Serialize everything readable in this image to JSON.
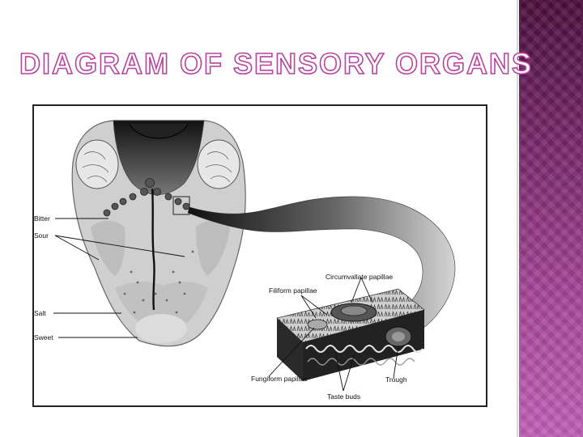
{
  "slide": {
    "title": "Diagram of Sensory Organs"
  },
  "diagram": {
    "taste_labels": {
      "bitter": "Bitter",
      "sour": "Sour",
      "salt": "Salt",
      "sweet": "Sweet"
    },
    "inset_labels": {
      "circumvallate": "Circumvallate papillae",
      "filiform": "Filiform papillae",
      "fungiform": "Fungiform papillae",
      "trough": "Trough",
      "taste_buds": "Taste buds"
    }
  }
}
